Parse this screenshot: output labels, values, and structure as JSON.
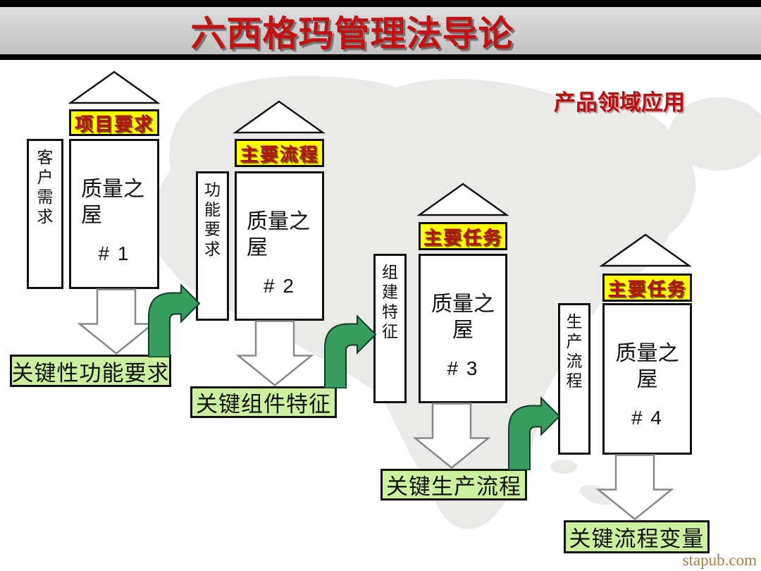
{
  "slide": {
    "title": "六西格玛管理法导论",
    "corner_note": "产品领域应用",
    "watermark": "stapub.com"
  },
  "colors": {
    "title-red": "#c41212",
    "label-red": "#b50f0f",
    "label-yellow": "#ffff00",
    "output-green": "#ccf09e",
    "arrow-green": "#369c60",
    "map-gray": "#eaeae8",
    "watermark-brown": "#a87e48"
  },
  "houses": [
    {
      "roof_label": "项目要求",
      "side_label": "客户需求",
      "body": "质量之屋",
      "number": "# 1",
      "output_label": "关键性功能要求"
    },
    {
      "roof_label": "主要流程",
      "side_label": "功能要求",
      "body": "质量之屋",
      "number": "# 2",
      "output_label": "关键组件特征"
    },
    {
      "roof_label": "主要任务",
      "side_label": "组建特征",
      "body": "质量之屋",
      "number": "# 3",
      "output_label": "关键生产流程"
    },
    {
      "roof_label": "主要任务",
      "side_label": "生产流程",
      "body": "质量之屋",
      "number": "# 4",
      "output_label": "关键流程变量"
    }
  ]
}
